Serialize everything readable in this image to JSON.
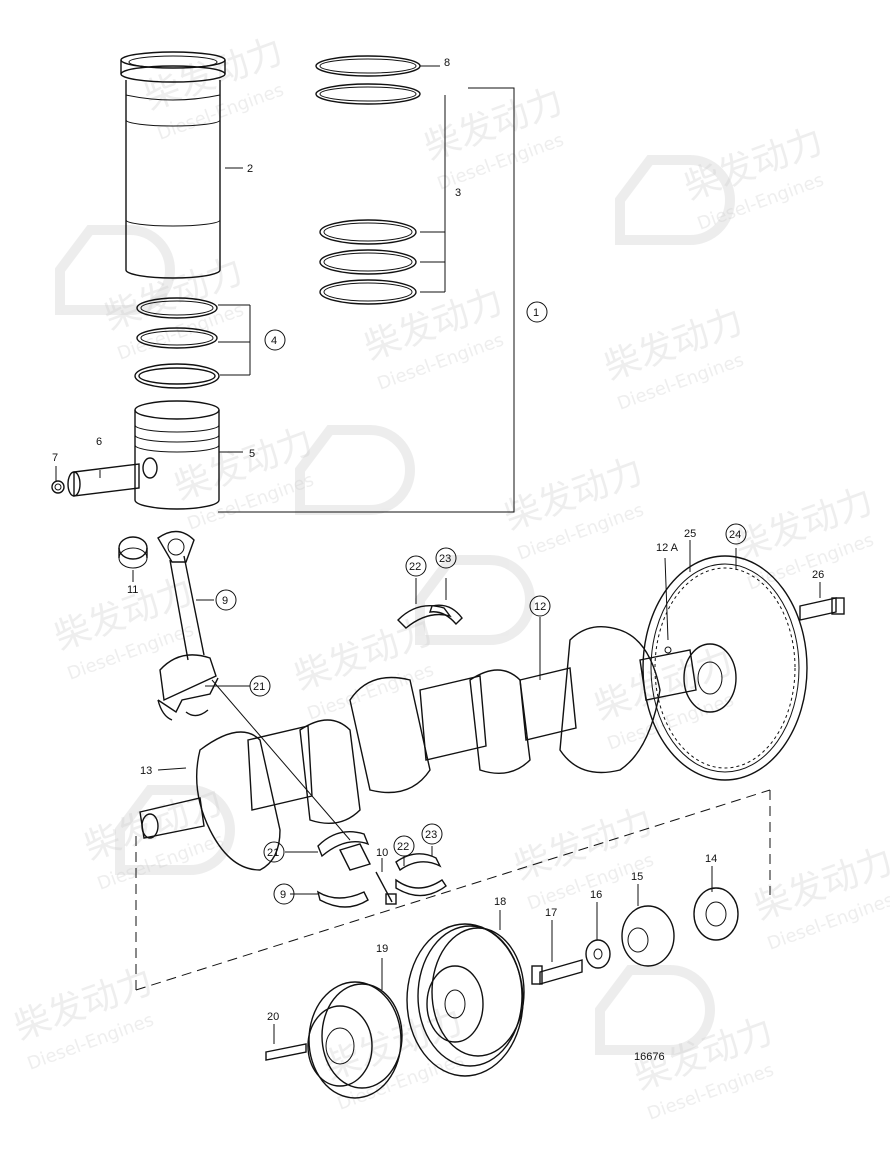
{
  "drawing_number": "16676",
  "watermark": {
    "brand_cn": "柴发动力",
    "brand_en": "Diesel-Engines"
  },
  "callouts": {
    "c1": "1",
    "c2": "2",
    "c3": "3",
    "c4": "4",
    "c5": "5",
    "c6": "6",
    "c7": "7",
    "c8": "8",
    "c9a": "9",
    "c9b": "9",
    "c10": "10",
    "c11": "11",
    "c12": "12",
    "c12a": "12 A",
    "c13": "13",
    "c14": "14",
    "c15": "15",
    "c16": "16",
    "c17": "17",
    "c18": "18",
    "c19": "19",
    "c20": "20",
    "c21a": "21",
    "c21b": "21",
    "c22a": "22",
    "c22b": "22",
    "c23a": "23",
    "c23b": "23",
    "c24": "24",
    "c25": "25",
    "c26": "26"
  }
}
